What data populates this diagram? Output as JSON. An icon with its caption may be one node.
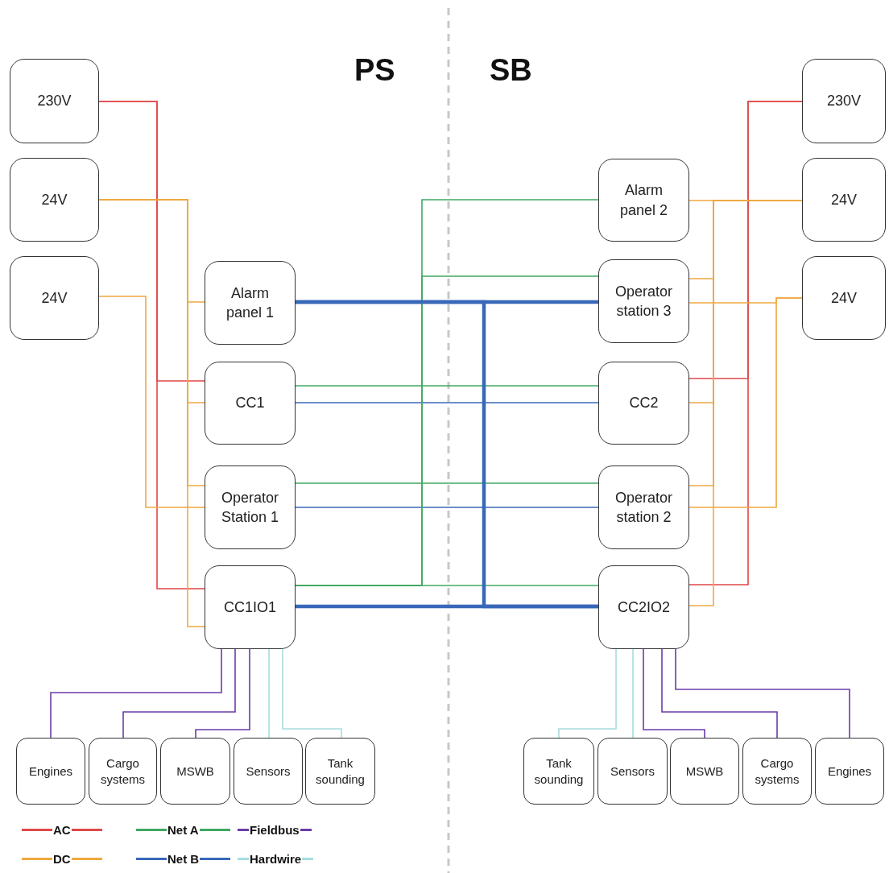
{
  "diagram": {
    "nodes": [
      {
        "text": [
          "230V"
        ]
      },
      {
        "text": [
          "24V"
        ]
      },
      {
        "text": [
          "24V"
        ]
      },
      {
        "text": [
          "Alarm panel 1"
        ]
      },
      {
        "text": [
          "CC1"
        ]
      },
      {
        "text": [
          "Operator Station 1"
        ]
      },
      {
        "text": [
          "CC1IO1"
        ]
      },
      {
        "text": [
          "230V"
        ]
      },
      {
        "text": [
          "24V"
        ]
      },
      {
        "text": [
          "24V"
        ]
      },
      {
        "text": [
          "Alarm panel 2"
        ]
      },
      {
        "text": [
          "Operator station 3"
        ]
      },
      {
        "text": [
          "CC2"
        ]
      },
      {
        "text": [
          "Operator station 2"
        ]
      },
      {
        "text": [
          "CC2IO2"
        ]
      },
      {
        "text": [
          "Engines"
        ]
      },
      {
        "text": [
          "Cargo systems"
        ]
      },
      {
        "text": [
          "MSWB"
        ]
      },
      {
        "text": [
          "Sensors"
        ]
      },
      {
        "text": [
          "Tank sounding"
        ]
      },
      {
        "text": [
          "Tank sounding"
        ]
      },
      {
        "text": [
          "Sensors"
        ]
      },
      {
        "text": [
          "MSWB"
        ]
      },
      {
        "text": [
          "Cargo systems"
        ]
      },
      {
        "text": [
          "Engines"
        ]
      }
    ],
    "edges": [
      {
        "from": 0,
        "to": 4,
        "arrow": "none",
        "color": "#e04848"
      },
      {
        "from": 0,
        "to": 6,
        "arrow": "none",
        "color": "#e04848"
      },
      {
        "from": 1,
        "to": 3,
        "arrow": "none",
        "color": "#f0a840"
      },
      {
        "from": 1,
        "to": 4,
        "arrow": "none",
        "color": "#f0a840"
      },
      {
        "from": 1,
        "to": 5,
        "arrow": "none",
        "color": "#f0a840"
      },
      {
        "from": 1,
        "to": 6,
        "arrow": "none",
        "color": "#f0a840"
      },
      {
        "from": 2,
        "to": 5,
        "arrow": "none",
        "color": "#f0a840"
      },
      {
        "from": 7,
        "to": 12,
        "arrow": "none",
        "color": "#e04848"
      },
      {
        "from": 7,
        "to": 14,
        "arrow": "none",
        "color": "#e04848"
      },
      {
        "from": 8,
        "to": 10,
        "arrow": "none",
        "color": "#f0a840"
      },
      {
        "from": 8,
        "to": 11,
        "arrow": "none",
        "color": "#f0a840"
      },
      {
        "from": 8,
        "to": 12,
        "arrow": "none",
        "color": "#f0a840"
      },
      {
        "from": 8,
        "to": 13,
        "arrow": "none",
        "color": "#f0a840"
      },
      {
        "from": 8,
        "to": 14,
        "arrow": "none",
        "color": "#f0a840"
      },
      {
        "from": 9,
        "to": 11,
        "arrow": "none",
        "color": "#f0a840"
      },
      {
        "from": 9,
        "to": 13,
        "arrow": "none",
        "color": "#f0a840"
      },
      {
        "from": 4,
        "to": 12,
        "arrow": "none",
        "color": "#40a860"
      },
      {
        "from": 4,
        "to": 12,
        "arrow": "none",
        "color": "#3868b8"
      },
      {
        "from": 5,
        "to": 13,
        "arrow": "none",
        "color": "#40a860"
      },
      {
        "from": 5,
        "to": 13,
        "arrow": "none",
        "color": "#3868b8"
      },
      {
        "from": 6,
        "to": 14,
        "arrow": "none",
        "color": "#40a860"
      },
      {
        "from": 6,
        "to": 14,
        "arrow": "none",
        "style": "thick",
        "color": "#3868b8"
      },
      {
        "from": 10,
        "to": 6,
        "arrow": "none",
        "color": "#40a860"
      },
      {
        "from": 11,
        "to": 6,
        "arrow": "none",
        "color": "#40a860"
      },
      {
        "from": 3,
        "to": 11,
        "arrow": "none",
        "style": "thick",
        "color": "#3868b8"
      },
      {
        "from": 3,
        "to": 14,
        "arrow": "none",
        "style": "thick",
        "color": "#3868b8"
      },
      {
        "from": 6,
        "to": 15,
        "arrow": "none",
        "color": "#6a3ca8"
      },
      {
        "from": 6,
        "to": 16,
        "arrow": "none",
        "color": "#6a3ca8"
      },
      {
        "from": 6,
        "to": 17,
        "arrow": "none",
        "color": "#6a3ca8"
      },
      {
        "from": 6,
        "to": 18,
        "arrow": "none",
        "color": "#a8dcdc"
      },
      {
        "from": 6,
        "to": 19,
        "arrow": "none",
        "color": "#a8dcdc"
      },
      {
        "from": 14,
        "to": 20,
        "arrow": "none",
        "color": "#a8dcdc"
      },
      {
        "from": 14,
        "to": 21,
        "arrow": "none",
        "color": "#a8dcdc"
      },
      {
        "from": 14,
        "to": 22,
        "arrow": "none",
        "color": "#6a3ca8"
      },
      {
        "from": 14,
        "to": 23,
        "arrow": "none",
        "color": "#6a3ca8"
      },
      {
        "from": 14,
        "to": 24,
        "arrow": "none",
        "color": "#6a3ca8"
      }
    ],
    "labels": [
      "PS",
      "SB"
    ],
    "legend": [
      {
        "text": "AC",
        "color": "#e04848"
      },
      {
        "text": "Net A",
        "color": "#40a860"
      },
      {
        "text": "Fieldbus",
        "color": "#6a3ca8"
      },
      {
        "text": "DC",
        "color": "#f0a840"
      },
      {
        "text": "Net B",
        "color": "#3868b8"
      },
      {
        "text": "Hardwire",
        "color": "#a8dcdc"
      }
    ]
  }
}
